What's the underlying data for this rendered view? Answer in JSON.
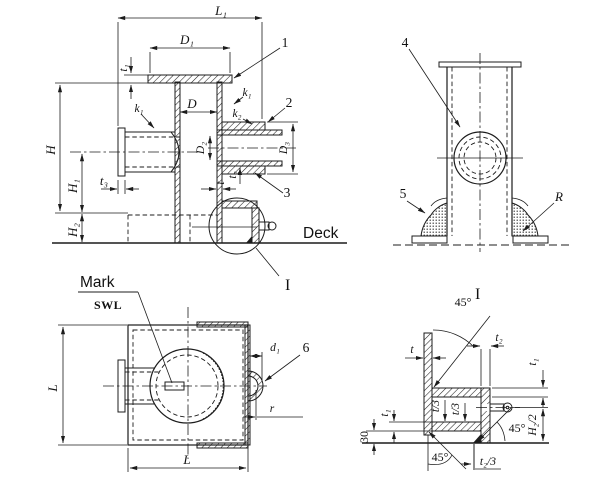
{
  "front": {
    "L1": "L₁",
    "D1": "D₁",
    "t1": "t₁",
    "D": "D",
    "k1_left": "k₁",
    "k1_right": "k₁",
    "k2": "k₂",
    "H": "H",
    "H1": "H₁",
    "H2": "H₂",
    "t3": "t₃",
    "D2": "D₂",
    "D3": "D₃",
    "t": "t",
    "t2": "t₂",
    "n1": "1",
    "n2": "2",
    "n3": "3",
    "deck": "Deck",
    "detail_ref": "I"
  },
  "side": {
    "n4": "4",
    "n5": "5",
    "R": "R"
  },
  "plan": {
    "mark": "Mark",
    "swl": "SWL",
    "L_left": "L",
    "L_bottom": "L",
    "d1": "d₁",
    "n6": "6",
    "r": "r"
  },
  "detail": {
    "title": "I",
    "angle_top": "45°",
    "angle_bottom_left": "45°",
    "angle_bottom_right": "45°",
    "t": "t",
    "t2": "t₂",
    "t1_right": "t₁",
    "t1_left": "t₁",
    "t_third_a": "t/3",
    "t_third_b": "t/3",
    "dim_30": "30",
    "h2_half": "H₂/2",
    "t2_third": "t₂/3"
  }
}
